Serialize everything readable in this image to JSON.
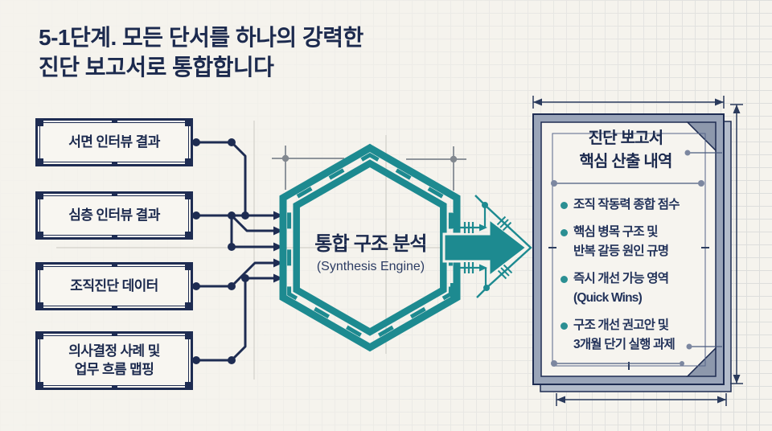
{
  "slide": {
    "title_line1": "5-1단계. 모든 단서를 하나의 강력한",
    "title_line2": "진단 보고서로 통합합니다"
  },
  "sources": {
    "boxes": [
      {
        "line1": "서면 인터뷰 결과",
        "line2": ""
      },
      {
        "line1": "심층 인터뷰 결과",
        "line2": ""
      },
      {
        "line1": "조직진단 데이터",
        "line2": ""
      },
      {
        "line1": "의사결정 사례 및",
        "line2": "업무 흐름 맵핑"
      }
    ]
  },
  "engine": {
    "name": "통합 구조 분석",
    "subtitle": "(Synthesis Engine)"
  },
  "report": {
    "header_line1": "진단 보고서",
    "header_line2": "핵심 산출 내역",
    "items": [
      {
        "line1": "조직 작동력 종합 점수",
        "line2": ""
      },
      {
        "line1": "핵심 병목 구조 및",
        "line2": "반복 갈등 원인 규명"
      },
      {
        "line1": "즉시 개선 가능 영역",
        "line2": "(Quick Wins)"
      },
      {
        "line1": "구조 개선 권고안 및",
        "line2": "3개월 단기 실행 과제"
      }
    ]
  },
  "colors": {
    "navy": "#1e2c52",
    "teal": "#1d8a90",
    "background": "#f5f3ed",
    "document_border": "#9aa5b9",
    "bullet_dot": "#2b8f93"
  }
}
